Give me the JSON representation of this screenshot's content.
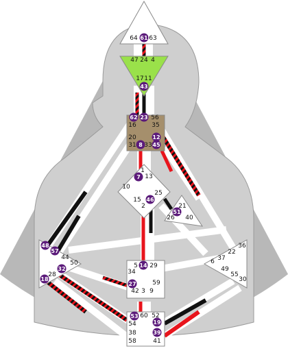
{
  "colors": {
    "defined_gate": "#5b1a7a",
    "design": "#e8141c",
    "personality": "#111111",
    "head_center": "#ffffff",
    "ajna_center": "#9ae14a",
    "throat_center": "#a58f6c",
    "undefined_center": "#ffffff",
    "body_shape": "#cfcfcf",
    "background_wedge": "#b8b8b8"
  },
  "centers": {
    "head": {
      "color": "#ffffff",
      "gates": [
        "64",
        "61",
        "63"
      ]
    },
    "ajna": {
      "color": "#9ae14a",
      "gates": [
        "47",
        "24",
        "4",
        "17",
        "11",
        "43"
      ]
    },
    "throat": {
      "color": "#a58f6c",
      "gates": [
        "62",
        "23",
        "56",
        "16",
        "35",
        "20",
        "12",
        "31",
        "8",
        "33",
        "45"
      ]
    },
    "g": {
      "color": "#ffffff",
      "gates": [
        "1",
        "7",
        "13",
        "10",
        "15",
        "46",
        "2",
        "25"
      ]
    },
    "heart": {
      "color": "#ffffff",
      "gates": [
        "21",
        "51",
        "26",
        "40"
      ]
    },
    "spleen": {
      "color": "#ffffff",
      "gates": [
        "48",
        "57",
        "44",
        "50",
        "32",
        "28",
        "18"
      ]
    },
    "sacral": {
      "color": "#ffffff",
      "gates": [
        "5",
        "14",
        "29",
        "34",
        "27",
        "59",
        "42",
        "3",
        "9"
      ]
    },
    "solar_plexus": {
      "color": "#ffffff",
      "gates": [
        "36",
        "22",
        "37",
        "6",
        "49",
        "55",
        "30"
      ]
    },
    "root": {
      "color": "#ffffff",
      "gates": [
        "53",
        "60",
        "52",
        "54",
        "19",
        "38",
        "39",
        "58",
        "41"
      ]
    }
  },
  "gates": [
    {
      "id": "g64",
      "label": "64",
      "defined": false
    },
    {
      "id": "g61",
      "label": "61",
      "defined": true
    },
    {
      "id": "g63",
      "label": "63",
      "defined": false
    },
    {
      "id": "g47",
      "label": "47",
      "defined": false
    },
    {
      "id": "g24",
      "label": "24",
      "defined": false
    },
    {
      "id": "g4",
      "label": "4",
      "defined": false
    },
    {
      "id": "g17",
      "label": "17",
      "defined": false
    },
    {
      "id": "g11",
      "label": "11",
      "defined": false
    },
    {
      "id": "g43",
      "label": "43",
      "defined": true
    },
    {
      "id": "g62",
      "label": "62",
      "defined": true
    },
    {
      "id": "g23",
      "label": "23",
      "defined": true
    },
    {
      "id": "g56",
      "label": "56",
      "defined": false
    },
    {
      "id": "g16",
      "label": "16",
      "defined": false
    },
    {
      "id": "g35",
      "label": "35",
      "defined": false
    },
    {
      "id": "g20",
      "label": "20",
      "defined": false
    },
    {
      "id": "g12",
      "label": "12",
      "defined": true
    },
    {
      "id": "g31",
      "label": "31",
      "defined": false
    },
    {
      "id": "g8",
      "label": "8",
      "defined": true
    },
    {
      "id": "g33",
      "label": "33",
      "defined": false
    },
    {
      "id": "g45",
      "label": "45",
      "defined": true
    },
    {
      "id": "g1",
      "label": "1",
      "defined": false
    },
    {
      "id": "g7",
      "label": "7",
      "defined": true
    },
    {
      "id": "g13",
      "label": "13",
      "defined": false
    },
    {
      "id": "g10",
      "label": "10",
      "defined": false
    },
    {
      "id": "g15",
      "label": "15",
      "defined": false
    },
    {
      "id": "g46",
      "label": "46",
      "defined": true
    },
    {
      "id": "g2",
      "label": "2",
      "defined": false
    },
    {
      "id": "g25",
      "label": "25",
      "defined": false
    },
    {
      "id": "g21",
      "label": "21",
      "defined": false
    },
    {
      "id": "g51",
      "label": "51",
      "defined": true
    },
    {
      "id": "g26",
      "label": "26",
      "defined": false
    },
    {
      "id": "g40",
      "label": "40",
      "defined": false
    },
    {
      "id": "g48",
      "label": "48",
      "defined": true
    },
    {
      "id": "g57",
      "label": "57",
      "defined": true
    },
    {
      "id": "g44",
      "label": "44",
      "defined": false
    },
    {
      "id": "g50",
      "label": "50",
      "defined": false
    },
    {
      "id": "g32",
      "label": "32",
      "defined": true
    },
    {
      "id": "g28",
      "label": "28",
      "defined": false
    },
    {
      "id": "g18",
      "label": "18",
      "defined": true
    },
    {
      "id": "g5",
      "label": "5",
      "defined": false
    },
    {
      "id": "g14",
      "label": "14",
      "defined": true
    },
    {
      "id": "g29",
      "label": "29",
      "defined": false
    },
    {
      "id": "g34",
      "label": "34",
      "defined": false
    },
    {
      "id": "g27",
      "label": "27",
      "defined": true
    },
    {
      "id": "g59",
      "label": "59",
      "defined": false
    },
    {
      "id": "g42",
      "label": "42",
      "defined": false
    },
    {
      "id": "g3",
      "label": "3",
      "defined": false
    },
    {
      "id": "g9",
      "label": "9",
      "defined": false
    },
    {
      "id": "g36",
      "label": "36",
      "defined": false
    },
    {
      "id": "g22",
      "label": "22",
      "defined": false
    },
    {
      "id": "g37",
      "label": "37",
      "defined": false
    },
    {
      "id": "g6",
      "label": "6",
      "defined": false
    },
    {
      "id": "g49",
      "label": "49",
      "defined": false
    },
    {
      "id": "g55",
      "label": "55",
      "defined": false
    },
    {
      "id": "g30",
      "label": "30",
      "defined": false
    },
    {
      "id": "g53",
      "label": "53",
      "defined": true
    },
    {
      "id": "g60",
      "label": "60",
      "defined": false
    },
    {
      "id": "g52",
      "label": "52",
      "defined": false
    },
    {
      "id": "g54",
      "label": "54",
      "defined": false
    },
    {
      "id": "g19",
      "label": "19",
      "defined": true
    },
    {
      "id": "g38",
      "label": "38",
      "defined": false
    },
    {
      "id": "g39",
      "label": "39",
      "defined": true
    },
    {
      "id": "g58",
      "label": "58",
      "defined": false
    },
    {
      "id": "g41",
      "label": "41",
      "defined": false
    }
  ],
  "channels": [
    {
      "id": "ch-61-24",
      "gates": [
        "61",
        "24"
      ],
      "activation": "mixed"
    },
    {
      "id": "ch-43-23",
      "gates": [
        "43",
        "23"
      ],
      "activation": "personality"
    },
    {
      "id": "ch-62-17",
      "gates": [
        "62",
        "17"
      ],
      "activation": "mixed"
    },
    {
      "id": "ch-12-22",
      "gates": [
        "12",
        "22"
      ],
      "activation": "mixed"
    },
    {
      "id": "ch-8-1",
      "gates": [
        "8",
        "1"
      ],
      "activation": "design"
    },
    {
      "id": "ch-45-21",
      "gates": [
        "45",
        "21"
      ],
      "activation": "design"
    },
    {
      "id": "ch-16-48",
      "gates": [
        "16",
        "48"
      ],
      "activation": "personality"
    },
    {
      "id": "ch-20-57",
      "gates": [
        "20",
        "57"
      ],
      "activation": "personality"
    },
    {
      "id": "ch-25-51",
      "gates": [
        "25",
        "51"
      ],
      "activation": "personality"
    },
    {
      "id": "ch-46-29",
      "gates": [
        "46",
        "29"
      ],
      "activation": "personality"
    },
    {
      "id": "ch-2-14",
      "gates": [
        "2",
        "14"
      ],
      "activation": "design"
    },
    {
      "id": "ch-32-54",
      "gates": [
        "32",
        "54"
      ],
      "activation": "mixed"
    },
    {
      "id": "ch-18-58",
      "gates": [
        "18",
        "58"
      ],
      "activation": "mixed"
    },
    {
      "id": "ch-27-50",
      "gates": [
        "27",
        "50"
      ],
      "activation": "mixed"
    },
    {
      "id": "ch-53-42",
      "gates": [
        "53",
        "42"
      ],
      "activation": "design"
    },
    {
      "id": "ch-19-49",
      "gates": [
        "19",
        "49"
      ],
      "activation": "personality"
    },
    {
      "id": "ch-39-55",
      "gates": [
        "39",
        "55"
      ],
      "activation": "design"
    }
  ]
}
